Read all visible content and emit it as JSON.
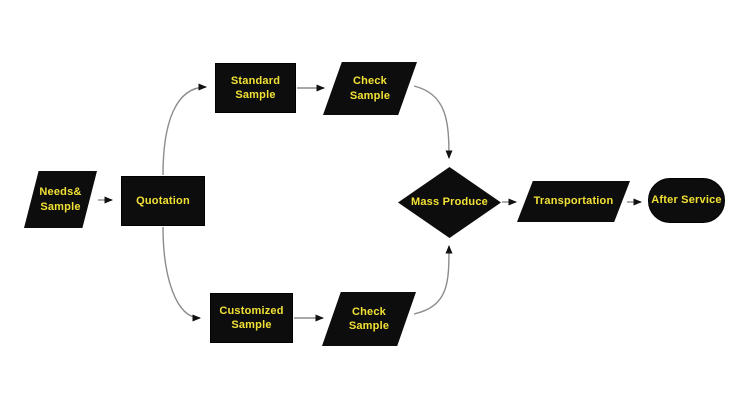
{
  "diagram": {
    "type": "flowchart",
    "nodes": [
      {
        "id": "needs-sample",
        "shape": "parallelogram",
        "label": "Needs&\nSample"
      },
      {
        "id": "quotation",
        "shape": "rectangle",
        "label": "Quotation"
      },
      {
        "id": "standard-sample",
        "shape": "rectangle",
        "label": "Standard\nSample"
      },
      {
        "id": "check-sample-top",
        "shape": "parallelogram",
        "label": "Check\nSample"
      },
      {
        "id": "customized-sample",
        "shape": "rectangle",
        "label": "Customized\nSample"
      },
      {
        "id": "check-sample-bottom",
        "shape": "parallelogram",
        "label": "Check\nSample"
      },
      {
        "id": "mass-produce",
        "shape": "diamond",
        "label": "Mass Produce"
      },
      {
        "id": "transportation",
        "shape": "parallelogram",
        "label": "Transportation"
      },
      {
        "id": "after-service",
        "shape": "terminator",
        "label": "After Service"
      }
    ],
    "edges": [
      {
        "from": "needs-sample",
        "to": "quotation"
      },
      {
        "from": "quotation",
        "to": "standard-sample"
      },
      {
        "from": "standard-sample",
        "to": "check-sample-top"
      },
      {
        "from": "check-sample-top",
        "to": "mass-produce"
      },
      {
        "from": "quotation",
        "to": "customized-sample"
      },
      {
        "from": "customized-sample",
        "to": "check-sample-bottom"
      },
      {
        "from": "check-sample-bottom",
        "to": "mass-produce"
      },
      {
        "from": "mass-produce",
        "to": "transportation"
      },
      {
        "from": "transportation",
        "to": "after-service"
      }
    ],
    "colors": {
      "node_fill": "#0d0d0d",
      "label_text": "#f2e135",
      "connector": "#8c8c8c",
      "arrowhead": "#111111",
      "background": "#ffffff"
    }
  }
}
